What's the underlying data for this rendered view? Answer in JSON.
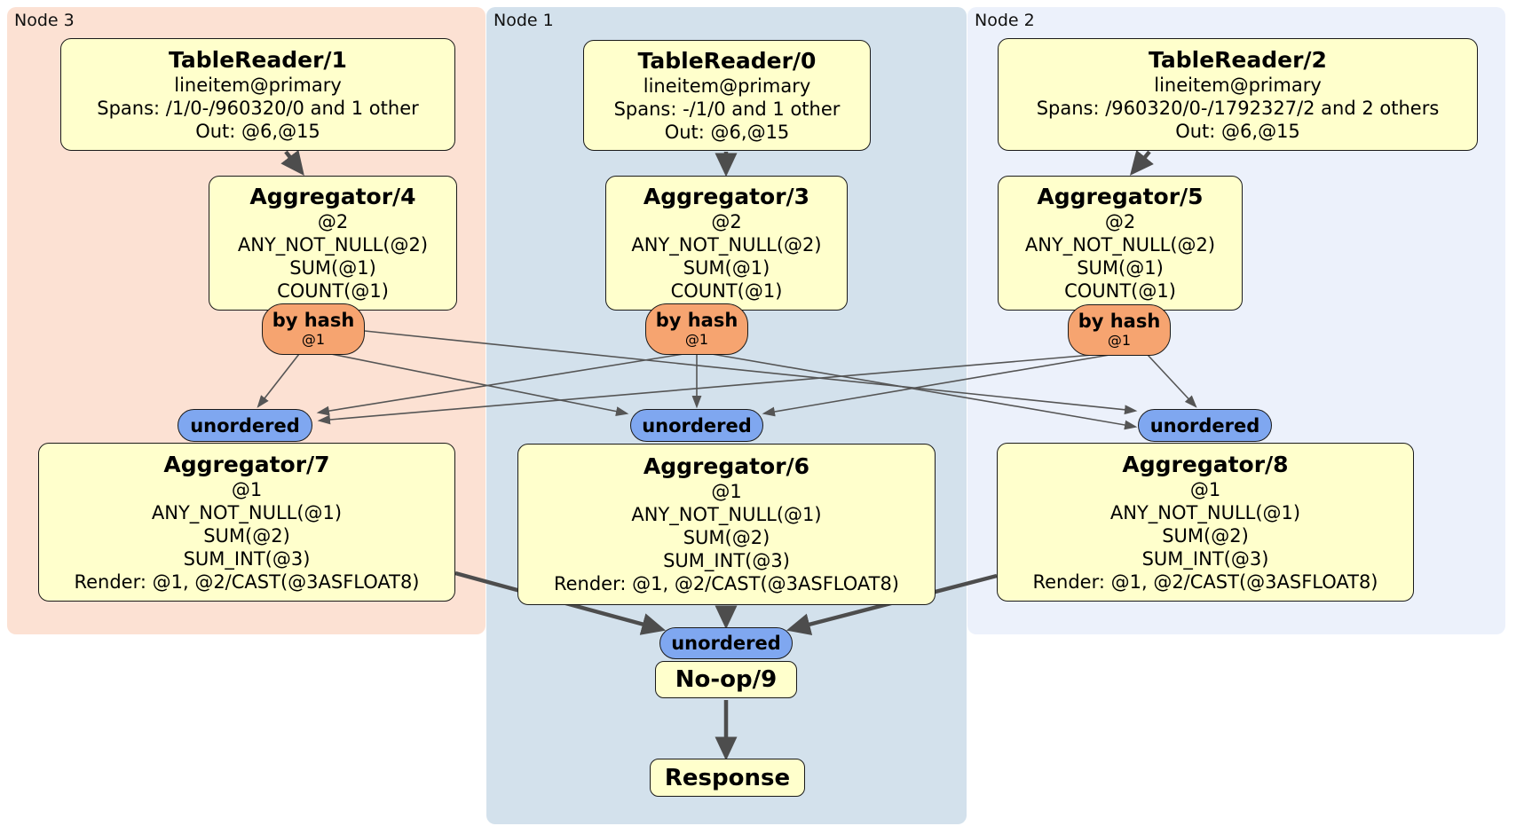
{
  "regions": [
    {
      "id": "node3",
      "label": "Node 3"
    },
    {
      "id": "node1",
      "label": "Node 1"
    },
    {
      "id": "node2",
      "label": "Node 2"
    }
  ],
  "labels": {
    "by_hash": "by hash",
    "by_hash_sub": "@1",
    "unordered": "unordered"
  },
  "processors": {
    "tr1": {
      "title": "TableReader/1",
      "lines": [
        "lineitem@primary",
        "Spans: /1/0-/960320/0 and 1 other",
        "Out: @6,@15"
      ]
    },
    "tr0": {
      "title": "TableReader/0",
      "lines": [
        "lineitem@primary",
        "Spans: -/1/0 and 1 other",
        "Out: @6,@15"
      ]
    },
    "tr2": {
      "title": "TableReader/2",
      "lines": [
        "lineitem@primary",
        "Spans: /960320/0-/1792327/2 and 2 others",
        "Out: @6,@15"
      ]
    },
    "agg4": {
      "title": "Aggregator/4",
      "lines": [
        "@2",
        "ANY_NOT_NULL(@2)",
        "SUM(@1)",
        "COUNT(@1)"
      ]
    },
    "agg3": {
      "title": "Aggregator/3",
      "lines": [
        "@2",
        "ANY_NOT_NULL(@2)",
        "SUM(@1)",
        "COUNT(@1)"
      ]
    },
    "agg5": {
      "title": "Aggregator/5",
      "lines": [
        "@2",
        "ANY_NOT_NULL(@2)",
        "SUM(@1)",
        "COUNT(@1)"
      ]
    },
    "agg7": {
      "title": "Aggregator/7",
      "lines": [
        "@1",
        "ANY_NOT_NULL(@1)",
        "SUM(@2)",
        "SUM_INT(@3)",
        "Render: @1, @2/CAST(@3ASFLOAT8)"
      ]
    },
    "agg6": {
      "title": "Aggregator/6",
      "lines": [
        "@1",
        "ANY_NOT_NULL(@1)",
        "SUM(@2)",
        "SUM_INT(@3)",
        "Render: @1, @2/CAST(@3ASFLOAT8)"
      ]
    },
    "agg8": {
      "title": "Aggregator/8",
      "lines": [
        "@1",
        "ANY_NOT_NULL(@1)",
        "SUM(@2)",
        "SUM_INT(@3)",
        "Render: @1, @2/CAST(@3ASFLOAT8)"
      ]
    },
    "noop": {
      "title": "No-op/9"
    },
    "response": {
      "title": "Response"
    }
  },
  "colors": {
    "node3_bg": "#fce1d3",
    "node1_bg": "#d3e1ec",
    "node2_bg": "#ecf1fb",
    "box_fill": "#ffffcc",
    "box_border": "#1a1a1a",
    "router_fill": "#f6a470",
    "stream_fill": "#7fa7f0",
    "edge": "#555555"
  }
}
